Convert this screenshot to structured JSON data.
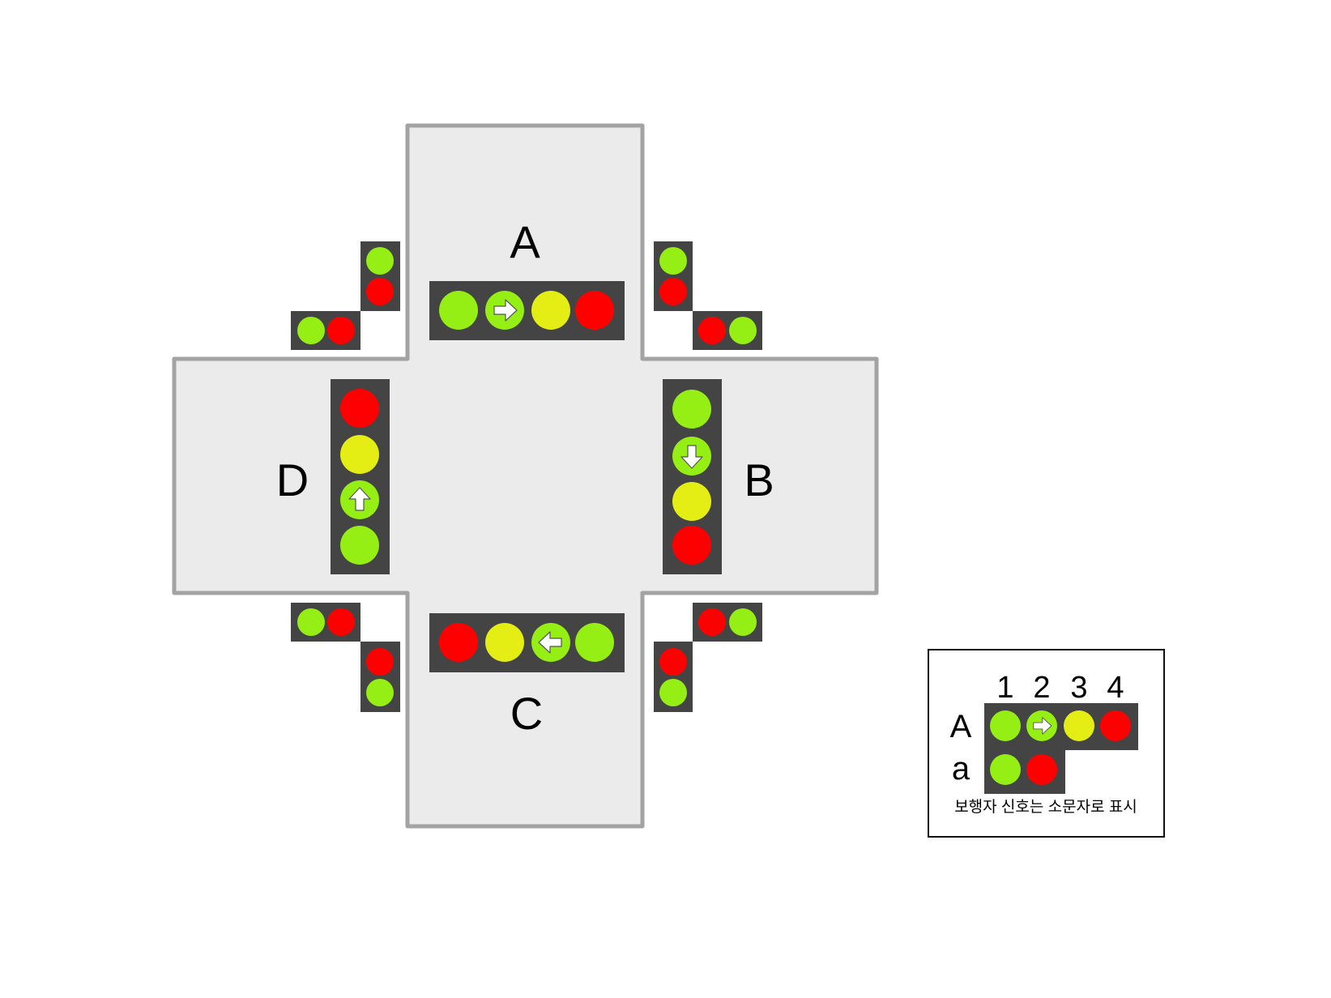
{
  "colors": {
    "green": "#95ee14",
    "yellow": "#e4ee14",
    "red": "#ff0000",
    "housing": "#444444",
    "road_fill": "#ebebeb",
    "road_edge": "#a3a3a3"
  },
  "labels": {
    "A": "A",
    "B": "B",
    "C": "C",
    "D": "D"
  },
  "signals": {
    "A": [
      "green",
      "arrow-right",
      "yellow",
      "red"
    ],
    "B": [
      "green",
      "arrow-down",
      "yellow",
      "red"
    ],
    "C": [
      "red",
      "yellow",
      "arrow-left",
      "green"
    ],
    "D": [
      "red",
      "yellow",
      "arrow-up",
      "green"
    ]
  },
  "pedestrian_signals": {
    "nw_vertical": [
      "green",
      "red"
    ],
    "nw_horizontal": [
      "green",
      "red"
    ],
    "ne_vertical": [
      "green",
      "red"
    ],
    "ne_horizontal": [
      "red",
      "green"
    ],
    "sw_horizontal": [
      "green",
      "red"
    ],
    "sw_vertical": [
      "red",
      "green"
    ],
    "se_horizontal": [
      "red",
      "green"
    ],
    "se_vertical": [
      "red",
      "green"
    ]
  },
  "legend": {
    "columns": [
      "1",
      "2",
      "3",
      "4"
    ],
    "row_vehicle": {
      "label": "A",
      "lights": [
        "green",
        "arrow-right",
        "yellow",
        "red"
      ]
    },
    "row_pedestrian": {
      "label": "a",
      "lights": [
        "green",
        "red"
      ]
    },
    "note": "보행자 신호는 소문자로 표시"
  }
}
